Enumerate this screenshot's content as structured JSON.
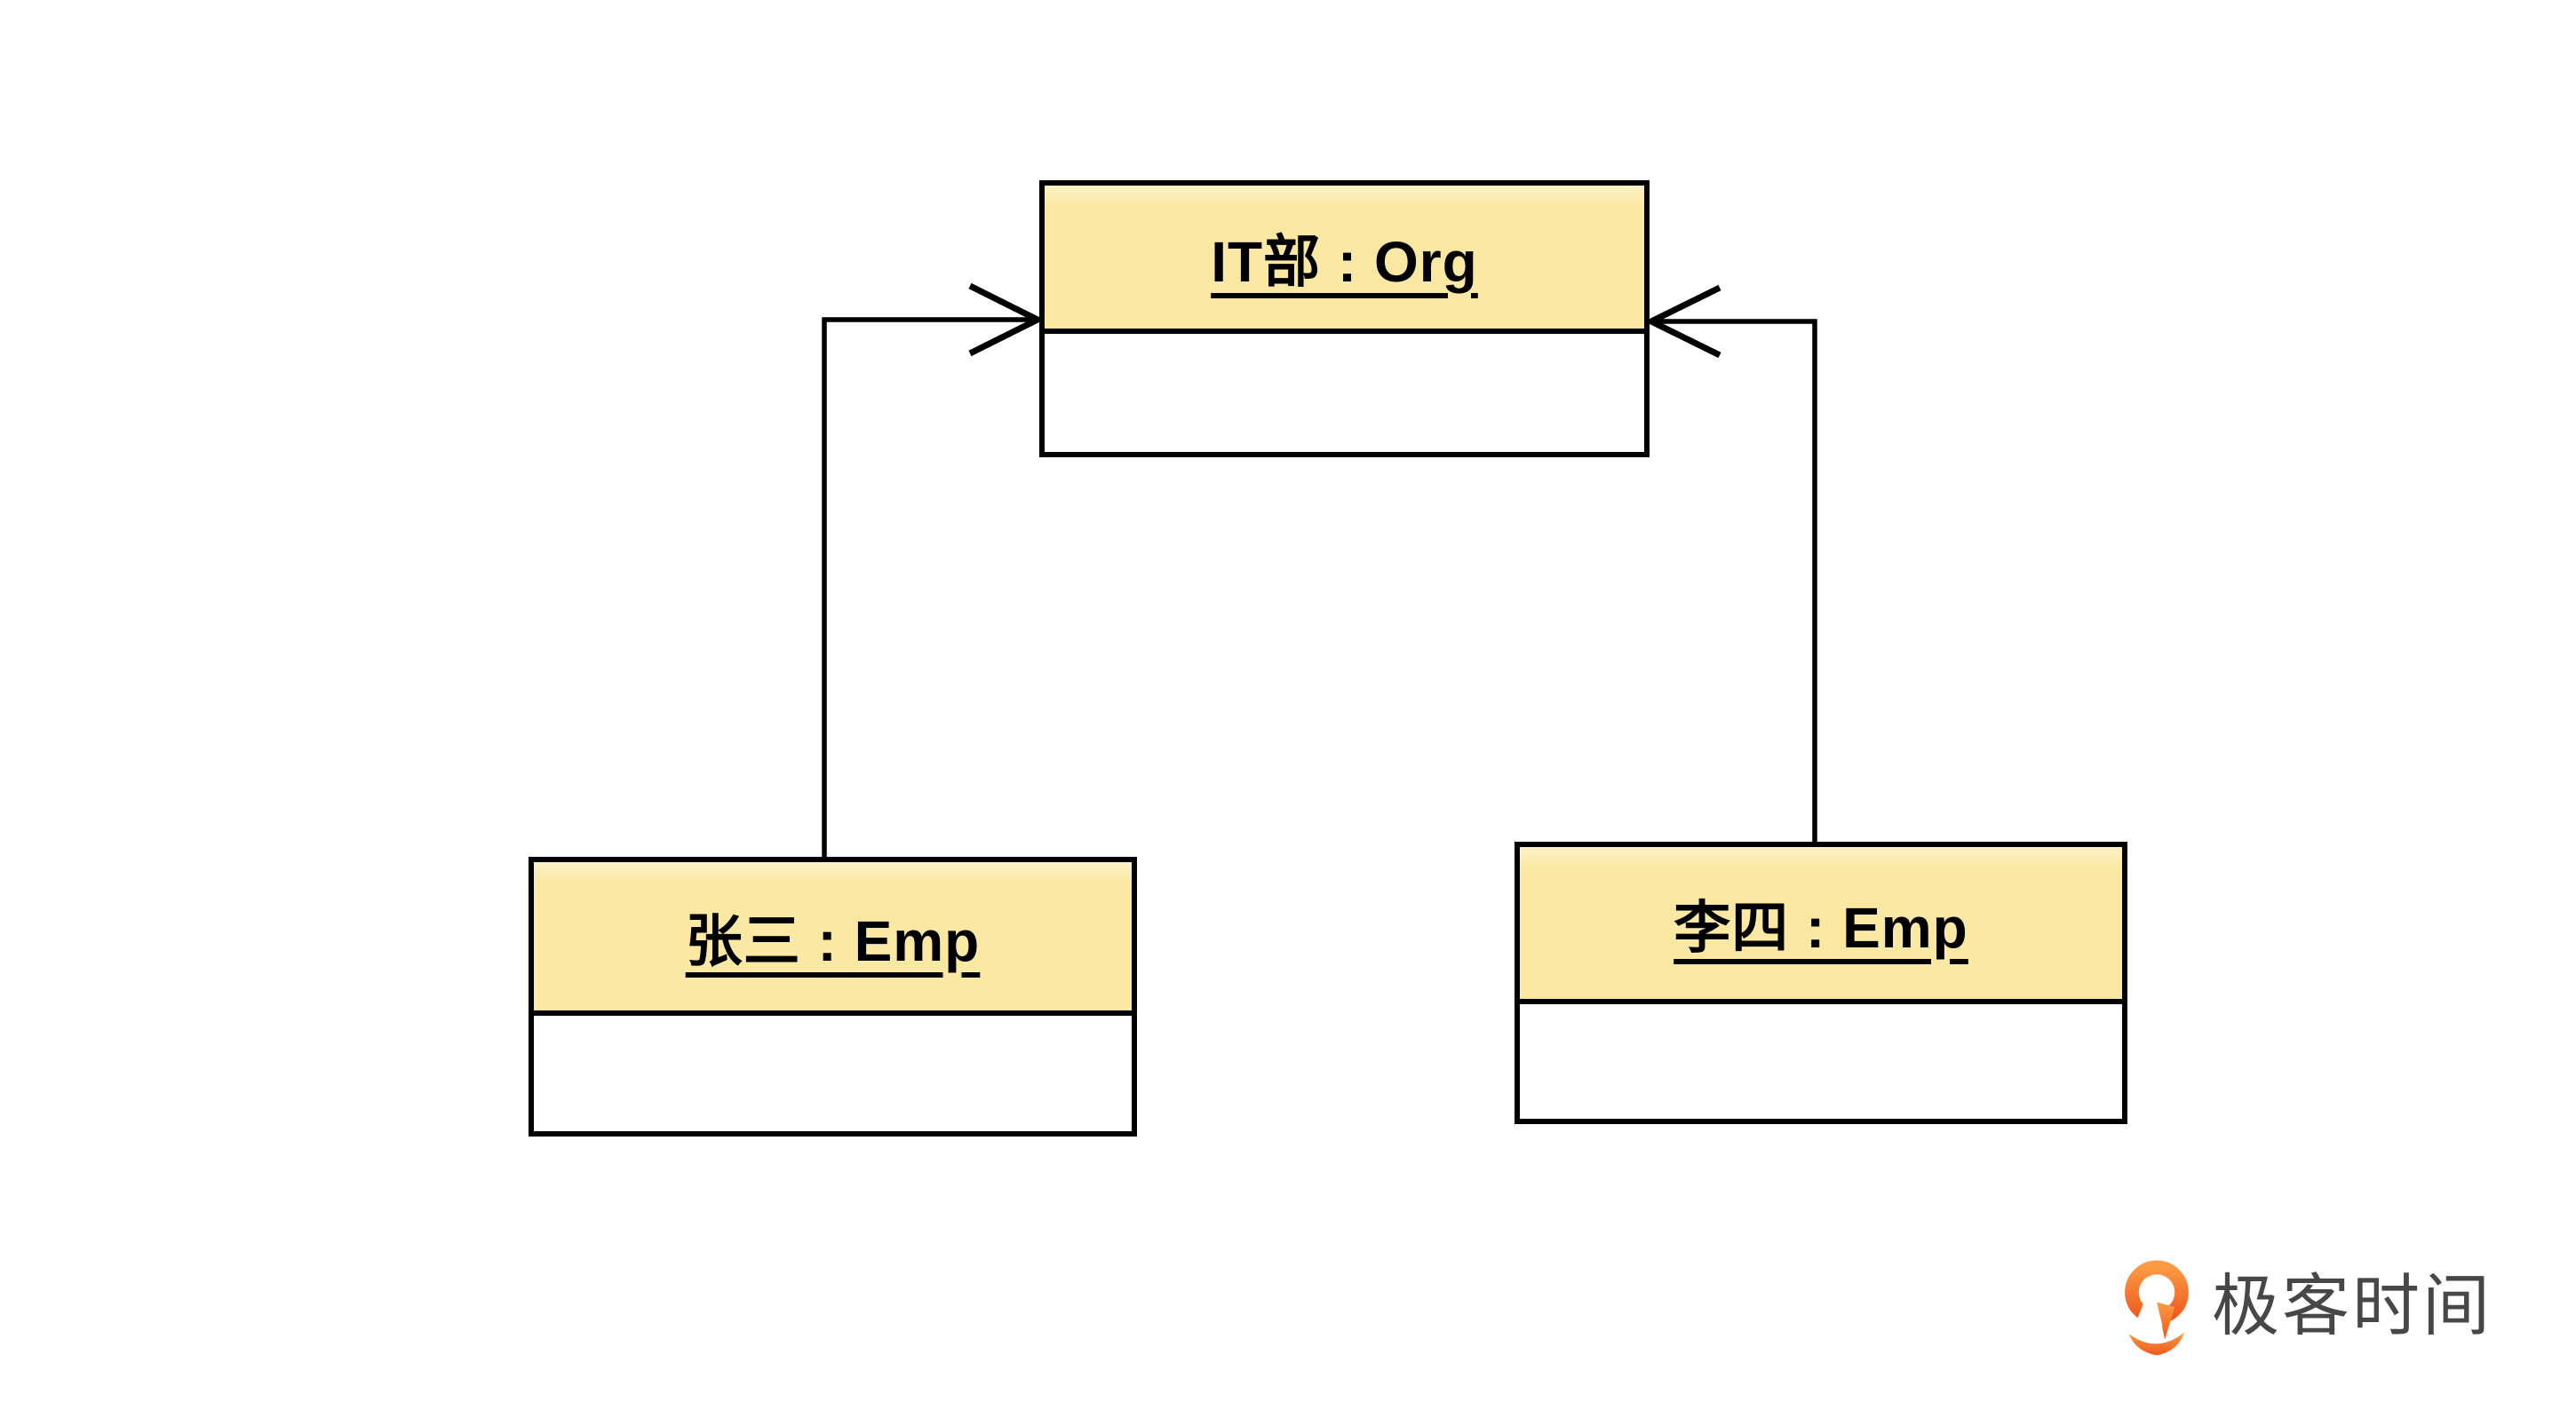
{
  "palette": {
    "canvas_bg": "#ffffff",
    "box_fill": "#fbe8a3",
    "box_fill_top": "#fdf2c6",
    "stroke": "#000000",
    "logo_orange_light": "#fe9a43",
    "logo_orange_dark": "#ed5a1f",
    "logo_text_color": "#474747"
  },
  "diagram": {
    "type": "uml-object-diagram",
    "objects": [
      {
        "id": "org",
        "label": "IT部 : Org"
      },
      {
        "id": "zhangsan",
        "label": "张三 : Emp"
      },
      {
        "id": "lisi",
        "label": "李四 : Emp"
      }
    ],
    "connectors": [
      {
        "from": "zhangsan",
        "to": "org",
        "arrow": "open"
      },
      {
        "from": "lisi",
        "to": "org",
        "arrow": "open"
      }
    ]
  },
  "footer": {
    "logo_text": "极客时间"
  }
}
